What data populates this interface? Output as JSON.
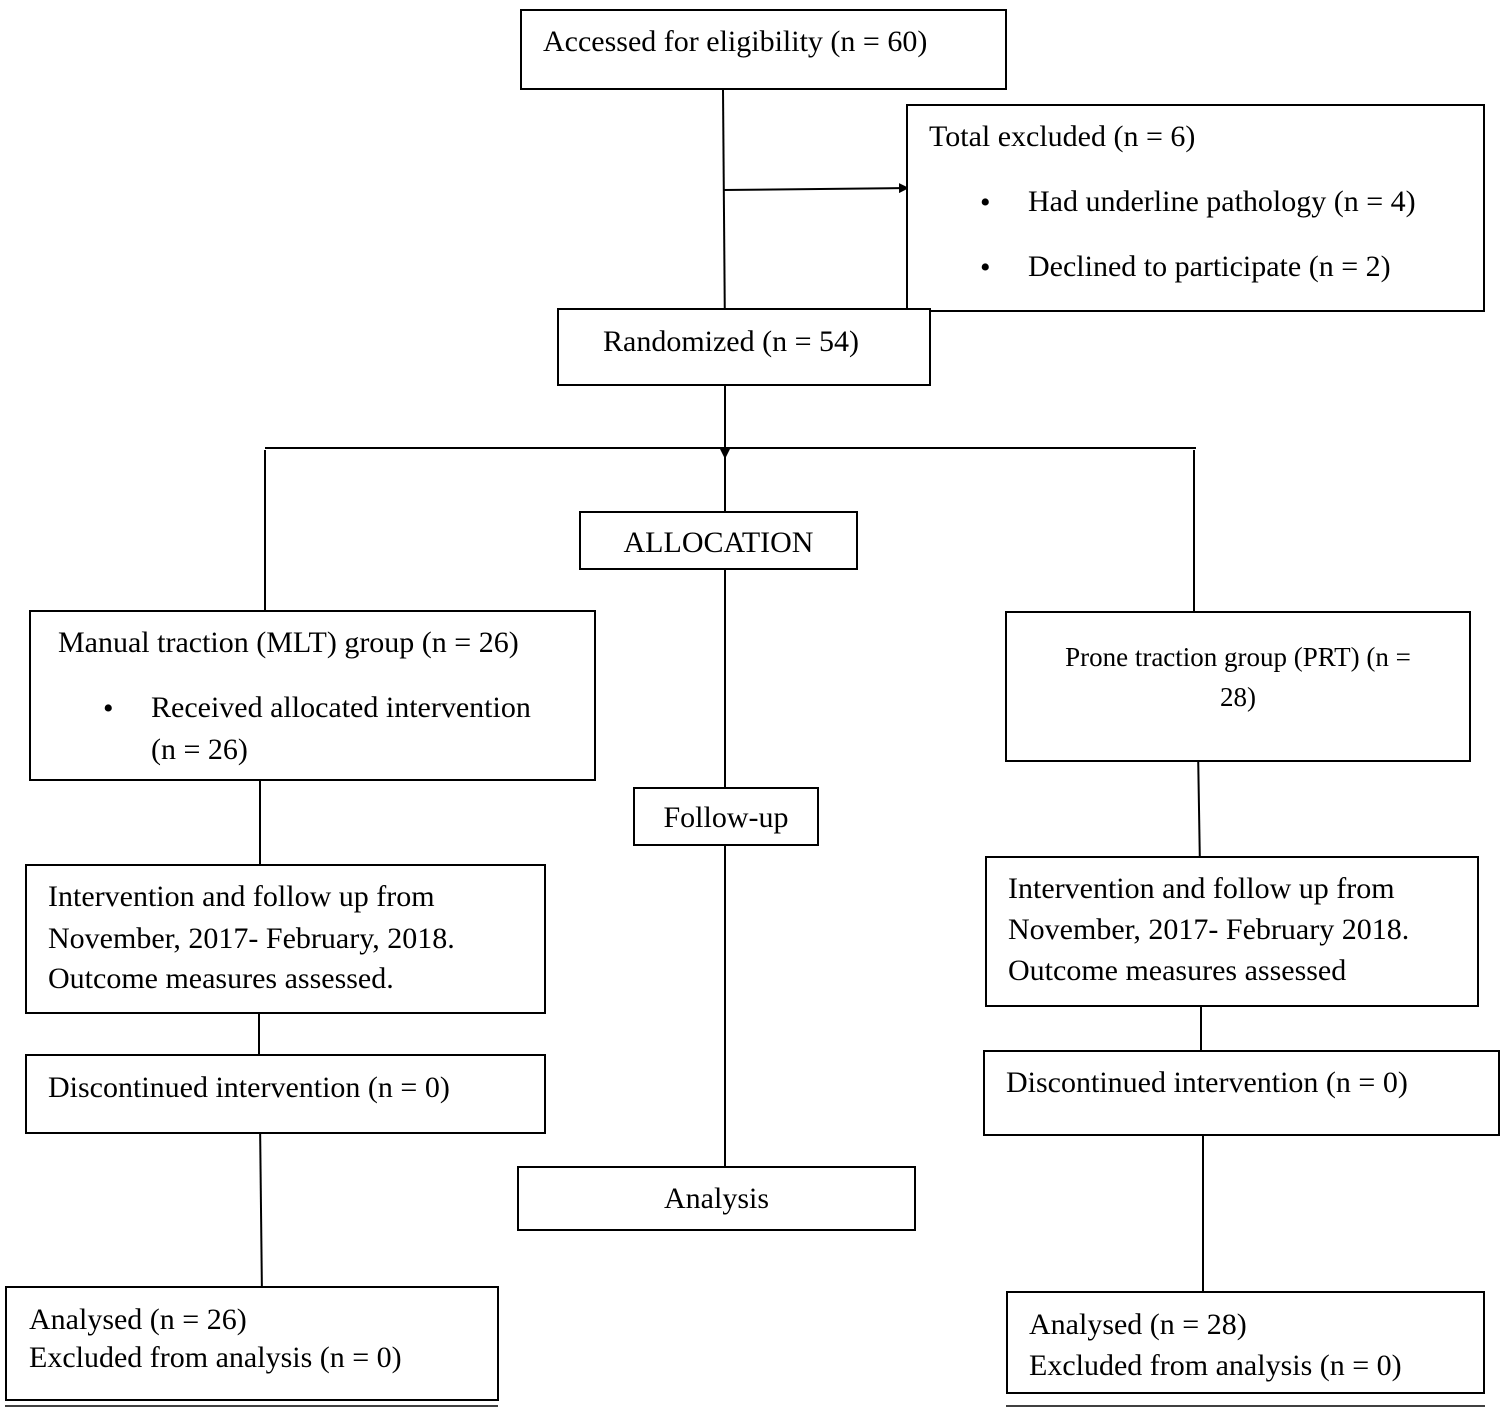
{
  "eligibility": {
    "label": "Accessed for eligibility (n = 60)"
  },
  "excluded": {
    "title": "Total excluded (n = 6)",
    "items": [
      "Had underline pathology (n = 4)",
      "Declined to participate (n = 2)"
    ]
  },
  "randomized": {
    "label": "Randomized (n = 54)"
  },
  "stages": {
    "allocation": "ALLOCATION",
    "followup": "Follow-up",
    "analysis": "Analysis"
  },
  "mlt": {
    "group": "Manual traction (MLT) group (n = 26)",
    "received_line1": "Received allocated intervention",
    "received_line2": "(n = 26)",
    "intervention_lines": [
      "Intervention and follow up from",
      "November, 2017- February, 2018.",
      "Outcome measures assessed."
    ],
    "discontinued": "Discontinued intervention (n = 0)",
    "analysed": "Analysed (n = 26)",
    "excluded": "Excluded from analysis (n = 0)"
  },
  "prt": {
    "group_line1": "Prone traction group (PRT) (n =",
    "group_line2": "28)",
    "intervention_lines": [
      "Intervention and follow up from",
      "November, 2017- February 2018.",
      "Outcome measures assessed"
    ],
    "discontinued": "Discontinued intervention (n = 0)",
    "analysed": "Analysed (n = 28)",
    "excluded": "Excluded from analysis (n = 0)"
  }
}
